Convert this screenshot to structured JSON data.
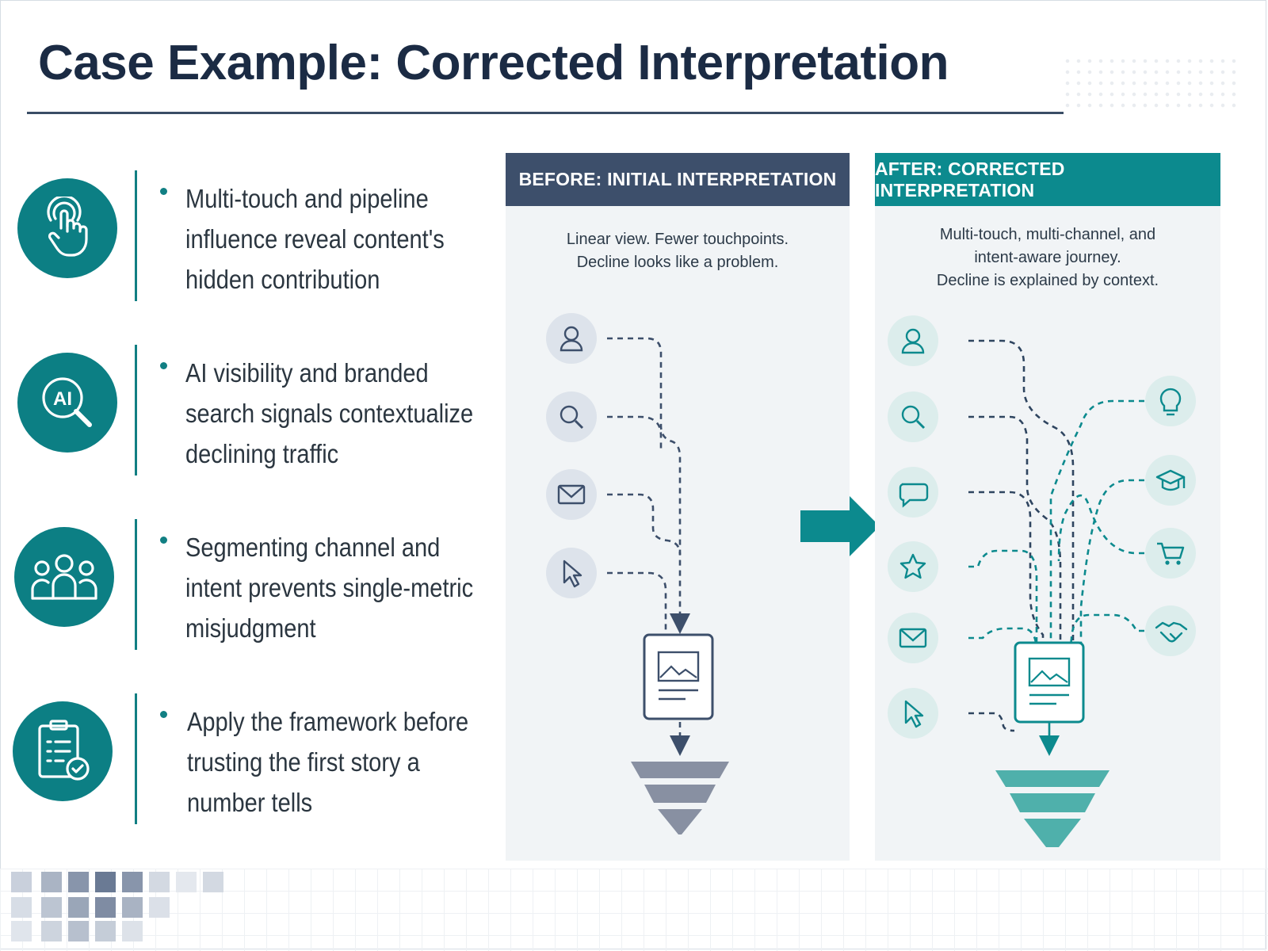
{
  "title": "Case Example: Corrected Interpretation",
  "points": [
    {
      "icon": "touch-hand-icon",
      "text": "Multi-touch and pipeline influence reveal content's hidden contribution"
    },
    {
      "icon": "ai-search-icon",
      "text": "AI visibility and branded search signals contextualize declining traffic"
    },
    {
      "icon": "people-group-icon",
      "text": "Segmenting channel and intent prevents single-metric misjudgment"
    },
    {
      "icon": "clipboard-check-icon",
      "text": "Apply the framework before trusting the first story a number tells"
    }
  ],
  "before": {
    "heading": "BEFORE: INITIAL INTERPRETATION",
    "description": [
      "Linear view. Fewer touchpoints.",
      "Decline looks like a problem."
    ],
    "touchpoints": [
      "user-icon",
      "search-icon",
      "email-icon",
      "cursor-icon"
    ],
    "color": "#3d4f6b"
  },
  "after": {
    "heading": "AFTER: CORRECTED INTERPRETATION",
    "description": [
      "Multi-touch, multi-channel, and",
      "intent-aware journey.",
      "Decline is explained by context."
    ],
    "touchpoints_left": [
      "user-icon",
      "search-icon",
      "chat-icon",
      "star-icon",
      "email-icon",
      "cursor-icon"
    ],
    "touchpoints_right": [
      "lightbulb-icon",
      "graduation-cap-icon",
      "cart-icon",
      "handshake-icon"
    ],
    "color": "#0c8a8e"
  }
}
